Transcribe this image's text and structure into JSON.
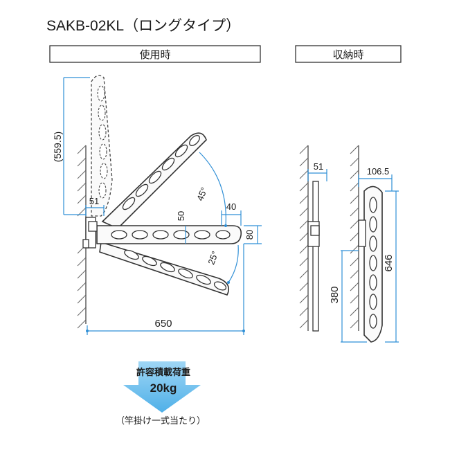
{
  "title": "SAKB-02KL（ロングタイプ）",
  "labels": {
    "in_use": "使用時",
    "stored": "収納時"
  },
  "dimensions": {
    "height_raised": "(559.5)",
    "bracket_width": "51",
    "arm_depth": "50",
    "tip": "40",
    "arm_height": "80",
    "angle_up": "45°",
    "angle_down": "25°",
    "length": "650",
    "stored_bracket": "51",
    "stored_depth": "106.5",
    "stored_height": "646",
    "stored_lower": "380"
  },
  "load": {
    "label": "許容積載荷重",
    "value": "20kg",
    "note": "（竿掛け一式当たり）"
  },
  "colors": {
    "dimension": "#2f8fd6",
    "arrow": "#5db7ea",
    "line": "#333333"
  }
}
